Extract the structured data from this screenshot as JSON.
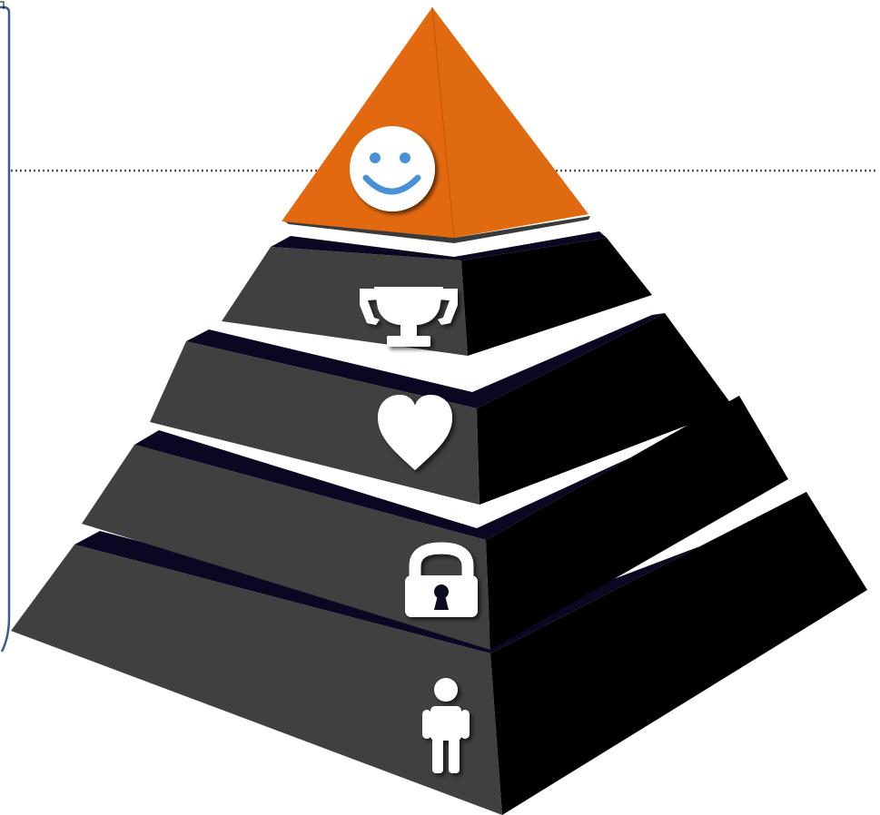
{
  "diagram": {
    "type": "pyramid",
    "levels": [
      {
        "id": "self-actualization",
        "icon": "smiley-face-icon",
        "highlighted": true
      },
      {
        "id": "esteem",
        "icon": "trophy-icon",
        "highlighted": false
      },
      {
        "id": "love-belonging",
        "icon": "heart-icon",
        "highlighted": false
      },
      {
        "id": "safety",
        "icon": "padlock-icon",
        "highlighted": false
      },
      {
        "id": "physiological",
        "icon": "person-icon",
        "highlighted": false
      }
    ],
    "colors": {
      "highlight": "#e2690f",
      "highlight_shade": "#d85f08",
      "tier_front": "#404040",
      "tier_side": "#000000",
      "tier_top": "#0b0722",
      "icon_fill": "#ffffff",
      "smile_color": "#4a90d9",
      "callout_bracket": "#3b5e8c",
      "connector": "#555555"
    }
  }
}
